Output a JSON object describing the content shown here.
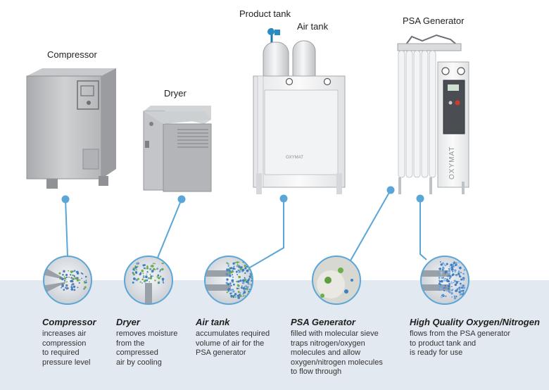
{
  "equipment_labels": {
    "compressor": "Compressor",
    "dryer": "Dryer",
    "product_tank": "Product tank",
    "air_tank": "Air tank",
    "psa_generator": "PSA Generator"
  },
  "stages": [
    {
      "title": "Compressor",
      "lines": [
        "increases air",
        "compression",
        "to required",
        "pressure level"
      ]
    },
    {
      "title": "Dryer",
      "lines": [
        "removes moisture",
        "from the",
        "compressed",
        "air by cooling"
      ]
    },
    {
      "title": "Air tank",
      "lines": [
        "accumulates required",
        "volume of air for the",
        "PSA generator"
      ]
    },
    {
      "title": "PSA Generator",
      "lines": [
        "filled with molecular sieve",
        "traps nitrogen/oxygen",
        "molecules and allow",
        "oxygen/nitrogen molecules",
        "to flow through"
      ]
    },
    {
      "title": "High Quality Oxygen/Nitrogen",
      "lines": [
        "flows from the PSA generator",
        "to product tank and",
        "is ready for use"
      ]
    }
  ],
  "generator_brand": "OXYMAT",
  "colors": {
    "connector": "#5aa6d6",
    "band": "#e3e9f0",
    "particle_blue": "#3d7fc4",
    "particle_green": "#6cae4a"
  }
}
